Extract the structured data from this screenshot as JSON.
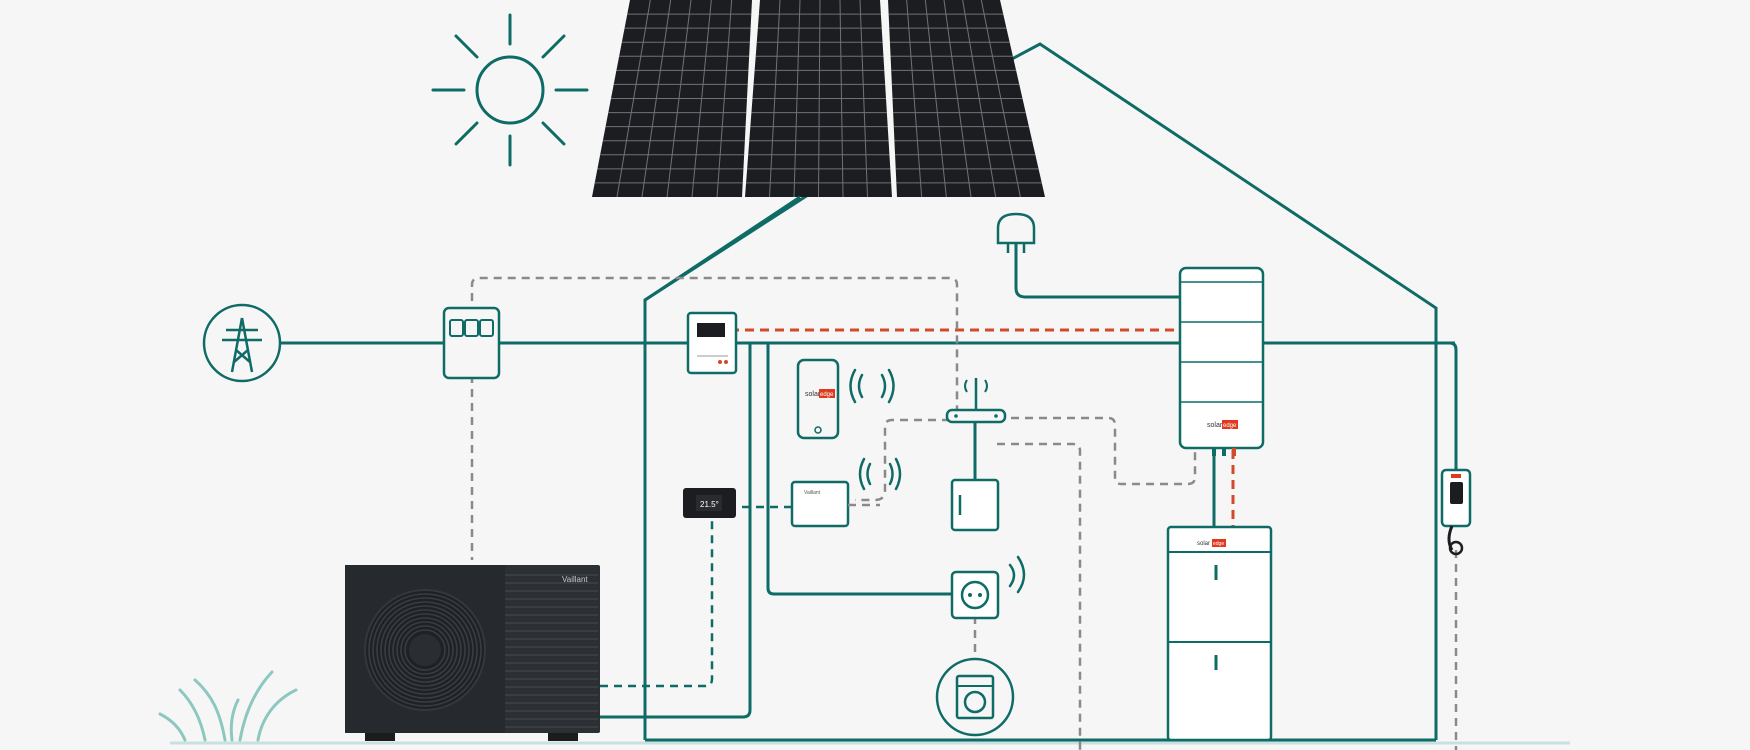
{
  "colors": {
    "line": "#0e6b66",
    "dash_grey": "#8a8a8a",
    "dash_red": "#d24a2a",
    "panel": "#1c1d20",
    "panel_grid": "#9aa0a6",
    "heat_pump": "#2c2f33",
    "grass": "#8cc8c0",
    "ground": "#c9e1de",
    "brand_red": "#e03a1e"
  },
  "labels": {
    "phone_brand_prefix": "solar",
    "phone_brand_suffix": "edge",
    "inverter_brand_prefix": "solar",
    "inverter_brand_suffix": "edge",
    "battery_brand_prefix": "solar",
    "battery_brand_suffix": "edge",
    "heatpump_brand": "Vaillant",
    "gateway_brand": "Vaillant",
    "thermostat_reading": "21.5°"
  },
  "icons": [
    "sun-icon",
    "power-pylon-icon",
    "plug-icon",
    "wifi-signal-icon",
    "router-icon",
    "washing-machine-icon",
    "socket-icon",
    "grass-icon"
  ]
}
